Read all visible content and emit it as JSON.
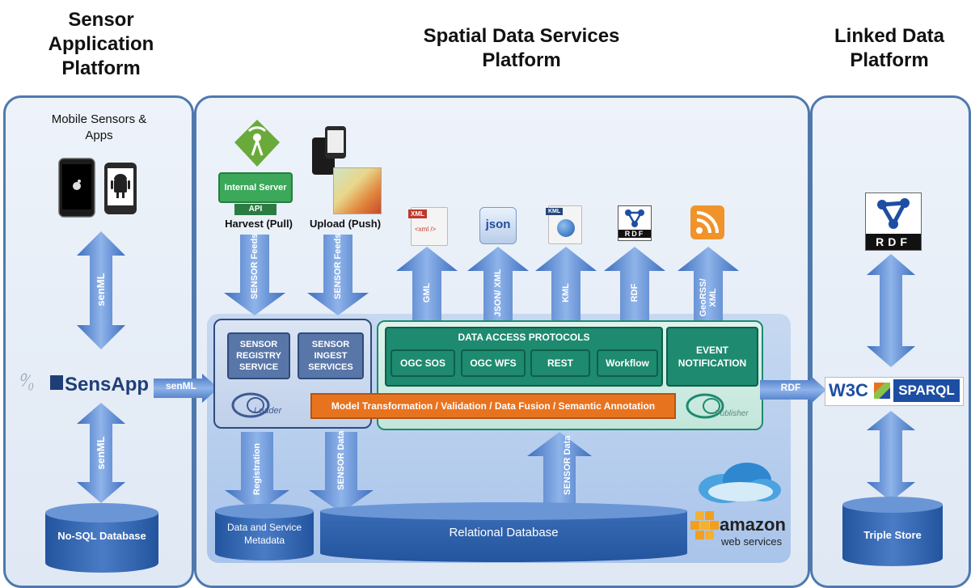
{
  "titles": {
    "sensor_platform": "Sensor Application Platform",
    "spatial_platform": "Spatial Data Services Platform",
    "linked_platform": "Linked Data Platform"
  },
  "left": {
    "mobile_label": "Mobile Sensors & Apps",
    "senml_top": "senML",
    "senml_bottom": "senML",
    "sensapp": "SensApp",
    "nosql": "No-SQL Database"
  },
  "middle": {
    "internal_server": "Internal Server",
    "api": "API",
    "harvest": "Harvest (Pull)",
    "upload": "Upload (Push)",
    "arrow_sensor_feeds_1": "SENSOR Feeds",
    "arrow_sensor_feeds_2": "SENSOR Feeds",
    "arrow_gml": "GML",
    "arrow_json": "JSON/ XML",
    "arrow_kml": "KML",
    "arrow_rdf": "RDF",
    "arrow_georss": "GeoRSS/ XML",
    "senml_in": "senML",
    "registry_service": "SENSOR REGISTRY SERVICE",
    "ingest_services": "SENSOR INGEST SERVICES",
    "loader": "Loader",
    "data_access_protocols": "DATA ACCESS PROTOCOLS",
    "ogc_sos": "OGC SOS",
    "ogc_wfs": "OGC WFS",
    "rest": "REST",
    "workflow": "Workflow",
    "event_notification": "EVENT NOTIFICATION",
    "transformation": "Model Transformation / Validation / Data Fusion / Semantic Annotation",
    "publisher": "Publisher",
    "registration": "Registration",
    "sensor_data_down": "SENSOR Data",
    "sensor_data_up": "SENSOR Data",
    "metadata_db": "Data and Service Metadata",
    "relational_db": "Relational Database",
    "amazon": "amazon",
    "webservices": "web services",
    "xml_icon": "XML",
    "xml_tag": "<xml />",
    "json_icon": "json",
    "kml_icon": "KML",
    "rdf_small": "RDF"
  },
  "right": {
    "rdf_arrow": "RDF",
    "rdf_logo": "RDF",
    "w3c": "W3C",
    "sparql": "SPARQL",
    "triple_store": "Triple Store"
  },
  "colors": {
    "panel_border": "#4f79ad",
    "arrow": "#5b8ad3",
    "green_box": "#1e8a6f",
    "orange_box": "#e8731f",
    "blue_box": "#5876a8",
    "cylinder": "#2d5ea5"
  }
}
